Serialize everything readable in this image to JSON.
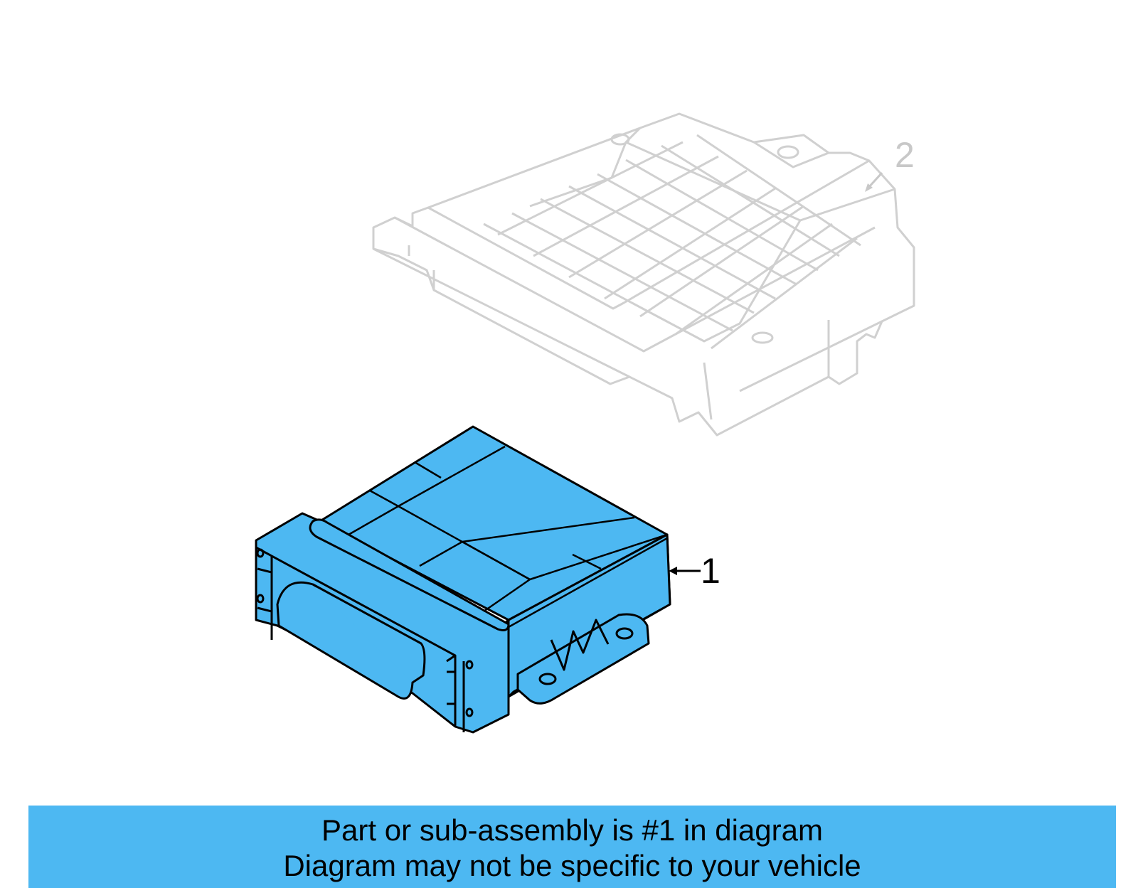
{
  "colors": {
    "highlight": "#4db8f2",
    "outline": "#000000",
    "ghost_outline": "#d0d0d0",
    "ghost_text": "#c8c8c8"
  },
  "parts": [
    {
      "number": "1",
      "highlighted": true
    },
    {
      "number": "2",
      "highlighted": false
    }
  ],
  "banner": {
    "line1": "Part or sub-assembly is #1 in diagram",
    "line2": "Diagram may not be specific to your vehicle"
  }
}
